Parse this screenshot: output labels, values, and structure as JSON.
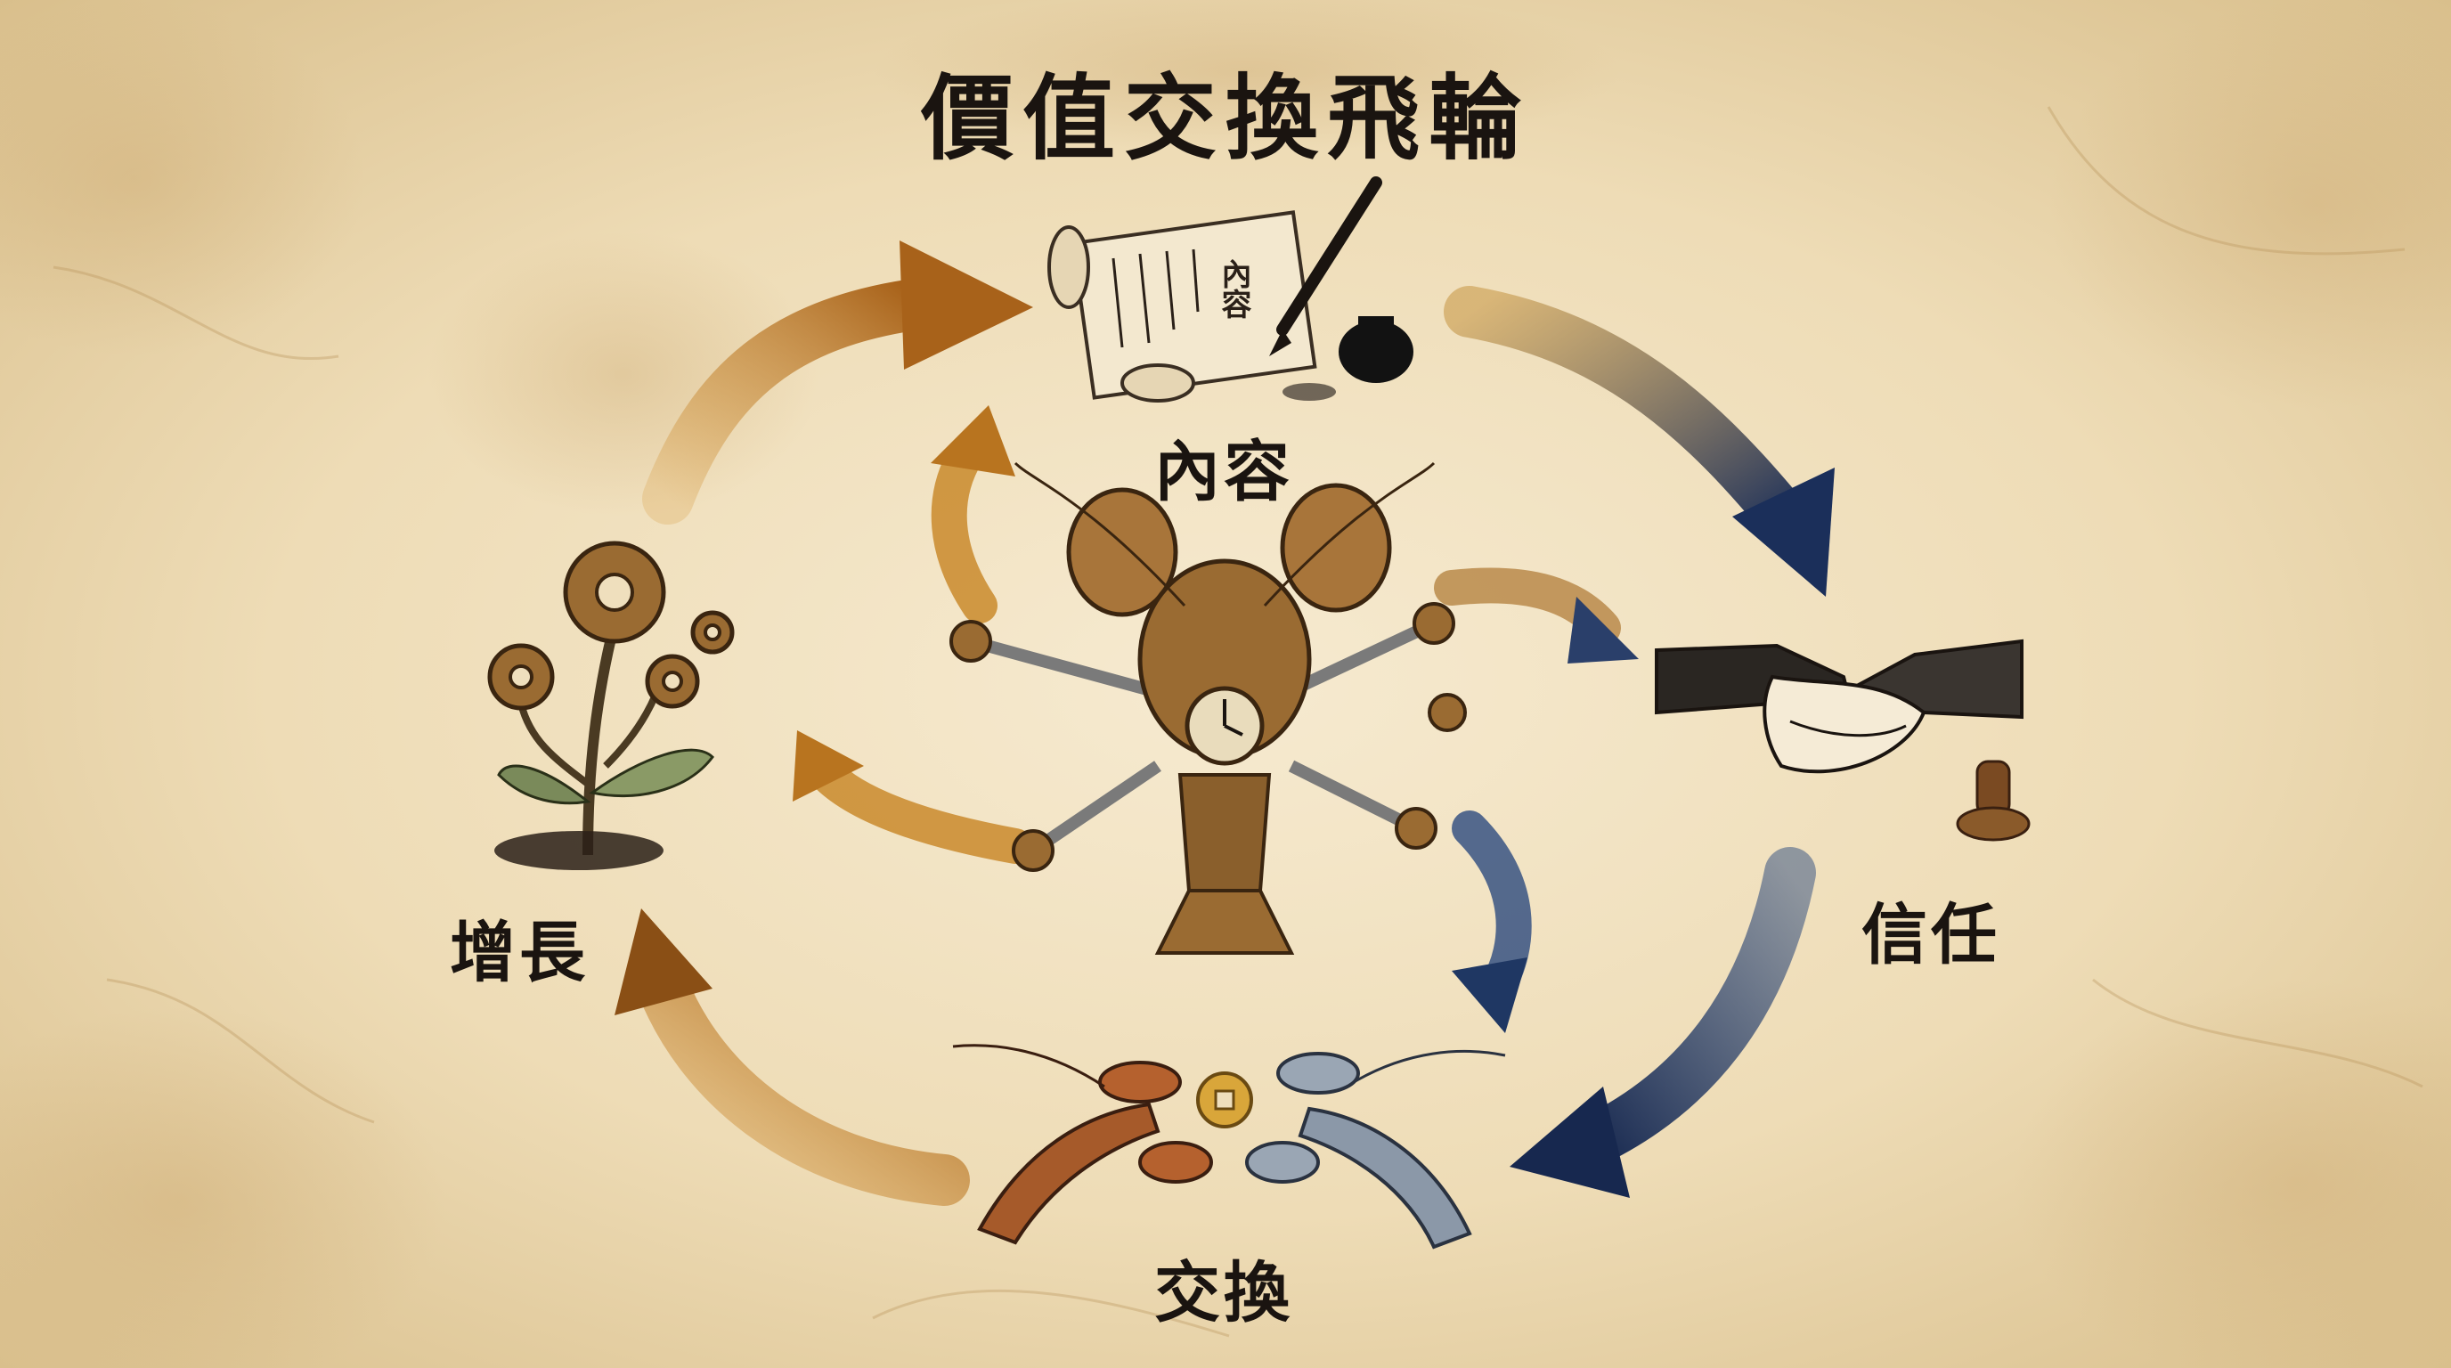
{
  "diagram": {
    "title": "價值交換飛輪",
    "nodes": {
      "content": {
        "label": "內容",
        "icon": "scroll-brush-ink-icon",
        "scroll_text": "內容"
      },
      "trust": {
        "label": "信任",
        "icon": "handshake-seal-icon"
      },
      "exchange": {
        "label": "交換",
        "icon": "lobsters-coin-icon"
      },
      "growth": {
        "label": "增長",
        "icon": "gear-plant-icon"
      },
      "center": {
        "icon": "mechanical-lobster-icon"
      }
    },
    "colors": {
      "paper": "#efdfbd",
      "ink": "#1a1410",
      "amber_arrow": "#c98a2b",
      "navy_arrow": "#1f3763",
      "brass": "#9a6b32"
    }
  }
}
